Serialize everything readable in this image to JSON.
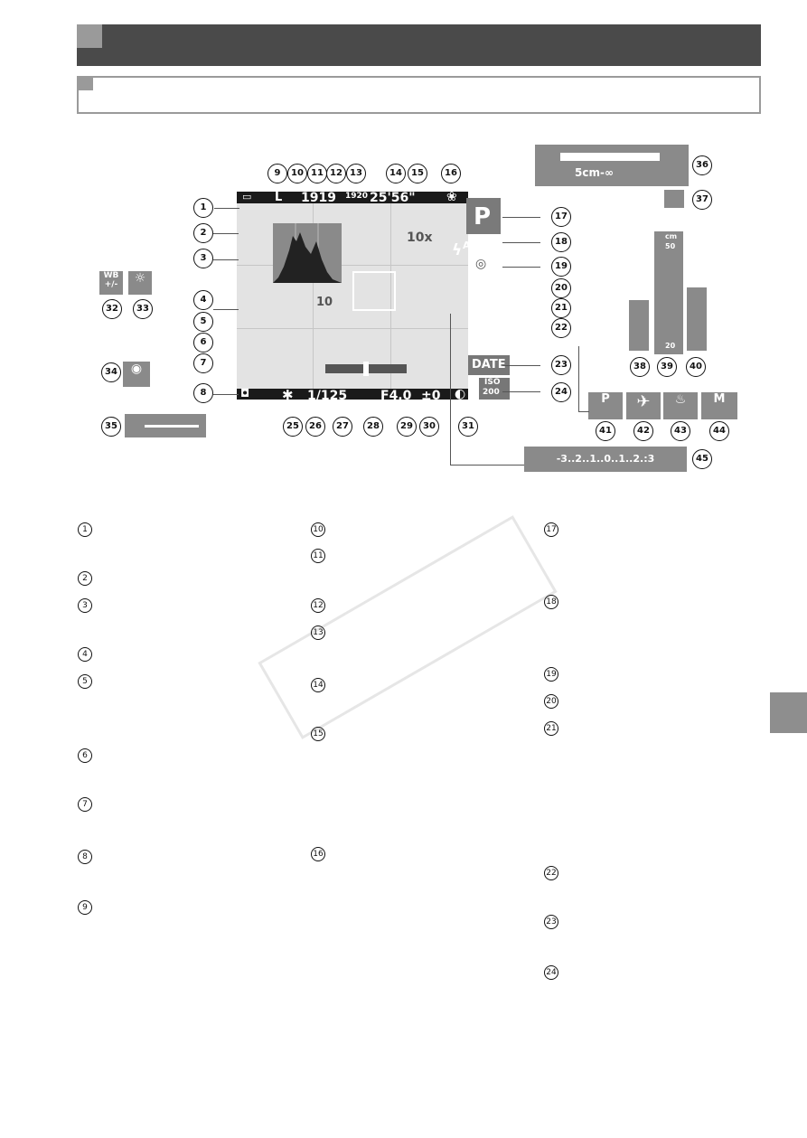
{
  "screen": {
    "battery_label": "",
    "resolution": "L",
    "shots_remaining": "1919",
    "movie_quality": "1920",
    "movie_time": "25'56\"",
    "zoom": "10x",
    "self_timer": "10",
    "mode": "P",
    "flash": "A",
    "shutter": "1/125",
    "aperture": "F4.0",
    "exposure_comp": "±0",
    "iso_label": "ISO",
    "iso_value": "200",
    "date_stamp": "DATE"
  },
  "extras": {
    "focus_range_label": "5cm-∞",
    "mf_unit": "cm",
    "mf_top": "50",
    "mf_bottom": "20",
    "ev_scale": "-3..2..1..0..1..2.:3",
    "wb_label": "WB",
    "wb_sub": "+/-",
    "ip_label": "P",
    "mic_label": "M"
  },
  "callouts": {
    "c1": "1",
    "c2": "2",
    "c3": "3",
    "c4": "4",
    "c5": "5",
    "c6": "6",
    "c7": "7",
    "c8": "8",
    "c9": "9",
    "c10": "10",
    "c11": "11",
    "c12": "12",
    "c13": "13",
    "c14": "14",
    "c15": "15",
    "c16": "16",
    "c17": "17",
    "c18": "18",
    "c19": "19",
    "c20": "20",
    "c21": "21",
    "c22": "22",
    "c23": "23",
    "c24": "24",
    "c25": "25",
    "c26": "26",
    "c27": "27",
    "c28": "28",
    "c29": "29",
    "c30": "30",
    "c31": "31",
    "c32": "32",
    "c33": "33",
    "c34": "34",
    "c35": "35",
    "c36": "36",
    "c37": "37",
    "c38": "38",
    "c39": "39",
    "c40": "40",
    "c41": "41",
    "c42": "42",
    "c43": "43",
    "c44": "44",
    "c45": "45"
  },
  "list_col1": [
    "1",
    "2",
    "3",
    "4",
    "5",
    "6",
    "7",
    "8",
    "9"
  ],
  "list_col2": [
    "10",
    "11",
    "12",
    "13",
    "14",
    "15",
    "16"
  ],
  "list_col3": [
    "17",
    "18",
    "19",
    "20",
    "21",
    "22",
    "23",
    "24"
  ]
}
